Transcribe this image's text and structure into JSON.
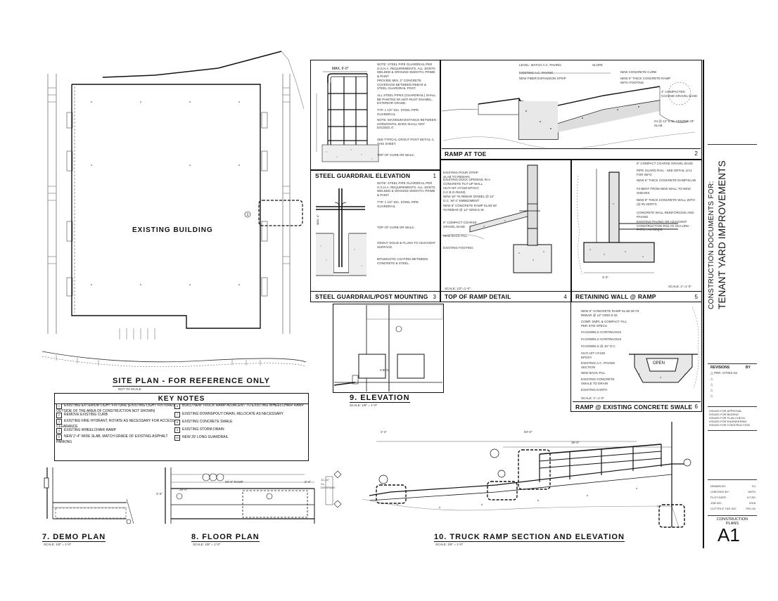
{
  "site_plan": {
    "title": "SITE PLAN - FOR REFERENCE ONLY",
    "scale": "NOT TO SCALE",
    "building_label": "EXISTING BUILDING",
    "marker": "1"
  },
  "key_notes": {
    "title": "KEY NOTES",
    "left": [
      {
        "n": "1",
        "text": "EXISTING EXTERIOR LIGHT FIXTURE (EXISTING LIGHT FIXTURES OUTSIDE OF THE AREA OF CONSTRUCTION NOT SHOWN)"
      },
      {
        "n": "2",
        "text": "REMOVE EXISTING CURB"
      },
      {
        "n": "3",
        "text": "EXISTING FIRE HYDRANT, ROTATE AS NECESSARY FOR ACCESS CLEARANCE"
      },
      {
        "n": "4",
        "text": "EXISTING WHEELCHAIR RAMP"
      },
      {
        "n": "5",
        "text": "NEW 2'-4\" WIDE SLAB, MATCH GRADE OF EXISTING ASPHALT PARKING"
      }
    ],
    "right": [
      {
        "n": "6",
        "text": "BUILD NEW TRUCK RAMP ADJACENT TO EXISTING WHEELCHAIR RAMP"
      },
      {
        "n": "7",
        "text": "EXISTING DOWNSPOUT DRAIN, RELOCATE AS NECESSARY"
      },
      {
        "n": "8",
        "text": "EXISTING CONCRETE SWALE"
      },
      {
        "n": "9",
        "text": "EXISTING STORM DRAIN"
      },
      {
        "n": "10",
        "text": "NEW 39' LONG GUARDRAIL"
      }
    ]
  },
  "details": {
    "d1": {
      "title": "STEEL GUARDRAIL ELEVATION",
      "num": "1",
      "dim": "MAX. 6'-0\"",
      "notes": [
        "NOTE: STEEL PIPE GUARDRAIL PER O.S.H.A. REQUIREMENTS. ALL JOINTS WELDED & GROUND SMOOTH, PRIME & PAINT",
        "PROVIDE MIN. 3\" CONCRETE COVERAGE BETWEEN REBAR & STEEL GUARDRAIL POST.",
        "ALL STEEL PIPES (GUARDRAIL) SHALL BE PAINTED W/ ANTI-RUST ENAMEL, EXTERIOR GRADE.",
        "TYP. 1 1/2\" DIA. STEEL PIPE GUARDRAIL",
        "NOTE: MAXIMUM DISTANCE BETWEEN HORIZONTAL BARS SHALL NOT EXCEED 4\".",
        "SEE TYPICAL GROUT POST DETAIL 4, THIS SHEET.",
        "TOP OF CURB OR WALK."
      ]
    },
    "d2": {
      "title": "RAMP AT TOE",
      "num": "2",
      "notes": [
        "LEVEL- MATCH A.C. PAVING",
        "SLOPE",
        "EXISTING A.C. PAVING",
        "NEW FIBER EXPANSION STRIP",
        "NEW CONCRETE CURB",
        "NEW 6\" THICK CONCRETE RAMP WITH FOOTING",
        "4\" COMPACTED COARSE GRAVEL BASE",
        "#4 @ 12\" E.W. CENTER OF SLAB"
      ]
    },
    "d3": {
      "title": "STEEL GUARDRAIL/POST MOUNTING",
      "num": "3",
      "notes": [
        "NOTE: STEEL PIPE GUARDRAIL PER O.S.H.A. REQUIREMENTS. ALL JOINTS WELDED & GROUND SMOOTH, PRIME & PAINT",
        "TYP. 1 1/2\" DIA. STEEL PIPE GUARDRAIL",
        "TOP OF CURB OR WALK.",
        "GROUT SOLID & FLUSH TO ADJACENT SURFACE.",
        "BITUMASTIC COATING BETWEEN CONCRETE & STEEL."
      ]
    },
    "d4": {
      "title": "TOP OF RAMP DETAIL",
      "num": "4",
      "scale": "SCALE: 1/2\"=1'-0\"",
      "notes": [
        "EXISTING POUR STRIP SLAB TO REMAIN",
        "EXISTING DOCK OPENING IN A CONCRETE TILT-UP WALL",
        "HILTI HIT HY150 EPOXY (I.C.B.O.#5193)",
        "NEW 18\" #4 REBAR DOWEL @ 12\" O.C. W/ 4\" EMBEDMENT",
        "NEW 6\" CONCRETE RAMP SLAB W/ #3 REBAR @ 12\" GRID E.W.",
        "6\" COMPACT COARSE GRAVEL BASE",
        "NEW BACK-FILL",
        "EXISTING FOOTING"
      ]
    },
    "d5": {
      "title": "RETAINING WALL @ RAMP",
      "num": "5",
      "scale": "SCALE: 1\"=1'-0\"",
      "dim": "3'-3\"",
      "notes": [
        "6\" COMPACT COARSE GRAVEL BASE",
        "PIPE GUARD RAIL - SEE DETAIL 1/A1 FOR INFO",
        "NEW 6\" THICK CONCRETE RAMP/SLAB",
        "#4 BENT FROM NEW WALL TO NEW SHEARS",
        "NEW 8\" THICK CONCRETE WALL WITH (3) #5 VERT'S",
        "CONCRETE WALL REINFORCING AND PAVING",
        "EXISTING PAVING OR ADJACENT CONSTRUCTION PAD AS OCCURS - PATCH AS REQ'D"
      ]
    },
    "d6": {
      "title": "RAMP @ EXISTING CONCRETE SWALE",
      "num": "6",
      "scale": "SCALE: 1\"=1'-0\"",
      "open_label": "OPEN",
      "notes": [
        "NEW 6\" CONCRETE RAMP SLAB W/ #3 REBAR @ 12\" GRID E.W.",
        "COMP. SMPL & COMPACT FILL PER SITE SPECS",
        "#4 DOWELS CONTINUOUS",
        "#4 DOWELS CONTINUOUS",
        "#4 DOWELS @ 16\" O.C.",
        "HILTI HIT HY150 EPOXY",
        "EXISTING A.C. PAVING SECTION",
        "NEW BACK-FILL",
        "EXISTING CONCRETE SWALE TO DRAIN",
        "EXISTING EARTH"
      ]
    }
  },
  "elevation9": {
    "title": "9. ELEVATION",
    "scale": "SCALE: 1/8\" = 1'-0\"",
    "slope": "3.99%"
  },
  "demo_plan": {
    "title": "7. DEMO PLAN",
    "scale": "SCALE: 1/8\" = 1'-0\""
  },
  "floor_plan": {
    "title": "8. FLOOR PLAN",
    "scale": "SCALE: 1/8\" = 1'-0\"",
    "dims": [
      "33'-8\" RAMP",
      "39'-8\"",
      "2'-4\"",
      "2'-6\""
    ],
    "note": "11'-10\" CL. DOORWAY"
  },
  "ramp_section": {
    "title": "10. TRUCK RAMP SECTION AND ELEVATION",
    "scale": "SCALE: 1/8\" = 1'-0\"",
    "dims": [
      "2'-4\"",
      "93'-8\"",
      "39'-8\""
    ]
  },
  "title_block": {
    "line1": "CONSTRUCTION DOCUMENTS FOR:",
    "line2": "TENANT YARD IMPROVEMENTS",
    "revisions_label": "REVISIONS",
    "by_label": "BY",
    "rev_rows": [
      "PER. CITIES  DJ",
      "",
      "",
      "",
      ""
    ],
    "issue": [
      "ISSUED FOR APPROVAL",
      "ISSUED FOR BIDDING",
      "ISSUED FOR PLAN CHECK",
      "ISSUED FOR ENGINEERING",
      "ISSUED FOR CONSTRUCTION"
    ],
    "fields": [
      [
        "DRAWN BY:",
        "DJ"
      ],
      [
        "CHECKED BY:",
        "JWTH"
      ],
      [
        "PLOT DATE:",
        "KT-ED"
      ],
      [
        "JOB NO.:",
        "2018"
      ],
      [
        "CUTTFILE TILE NO:",
        "P0C-00"
      ]
    ],
    "sheet_label": "CONSTRUCTION PLANS",
    "sheet": "A1"
  }
}
